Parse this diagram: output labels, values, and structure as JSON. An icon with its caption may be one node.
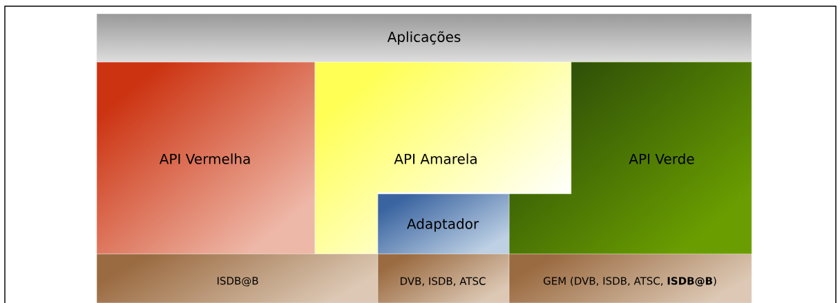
{
  "diagram": {
    "nodes": [
      {
        "text": [
          "Aplicações"
        ]
      },
      {
        "text": [
          "API Vermelha"
        ]
      },
      {
        "text": [
          "API Amarela"
        ]
      },
      {
        "text": [
          "API Verde"
        ]
      },
      {
        "text": [
          "Adaptador"
        ]
      },
      {
        "text": [
          "ISDB@B"
        ]
      },
      {
        "text": [
          "DVB, ISDB, ATSC"
        ]
      },
      {
        "text": [
          "GEM (DVB, ISDB, ATSC, **ISDB@B**)"
        ]
      }
    ]
  }
}
